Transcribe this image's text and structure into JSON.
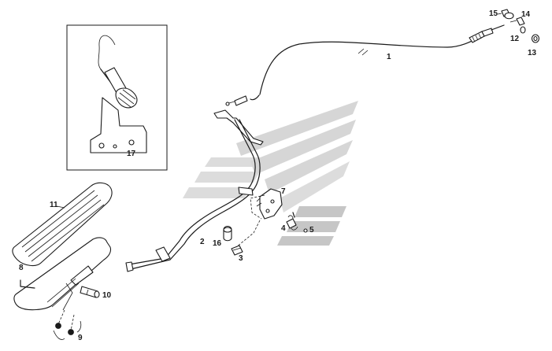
{
  "diagram": {
    "labels": {
      "p1": "1",
      "p2": "2",
      "p3": "3",
      "p4": "4",
      "p5": "5",
      "p7": "7",
      "p8": "8",
      "p9": "9",
      "p10": "10",
      "p11": "11",
      "p12": "12",
      "p13": "13",
      "p14": "14",
      "p15": "15",
      "p16": "16",
      "p17": "17"
    },
    "colors": {
      "line": "#1a1a1a",
      "watermark_light": "#dcdcdc",
      "watermark_dark": "#c6c6c6",
      "background": "#ffffff"
    }
  }
}
